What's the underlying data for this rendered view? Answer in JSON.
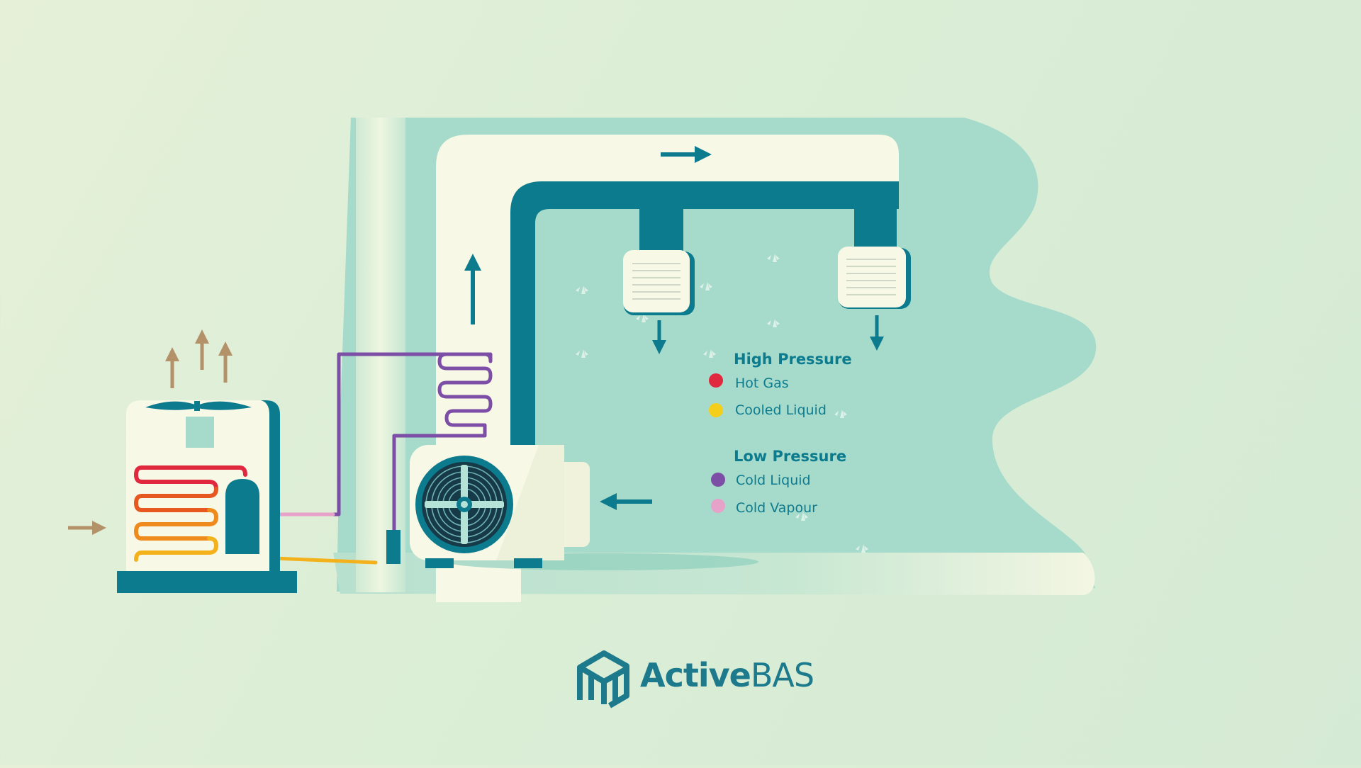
{
  "colors": {
    "background": "#dfeed8",
    "room": "#a6dbcc",
    "teal": "#0d7b8e",
    "cream": "#f8f8e6",
    "hot_gas": "#e0283e",
    "cooled_liquid": "#f3cf1c",
    "cold_liquid": "#7c4ea6",
    "cold_vapour": "#e6a2c9",
    "heat_arrow": "#b3926a"
  },
  "legend": {
    "high_pressure": {
      "heading": "High Pressure",
      "items": [
        {
          "label": "Hot Gas",
          "color": "#e0283e"
        },
        {
          "label": "Cooled Liquid",
          "color": "#f3cf1c"
        }
      ]
    },
    "low_pressure": {
      "heading": "Low Pressure",
      "items": [
        {
          "label": "Cold Liquid",
          "color": "#7c4ea6"
        },
        {
          "label": "Cold Vapour",
          "color": "#e6a2c9"
        }
      ]
    }
  },
  "brand": {
    "name_strong": "Active",
    "name_light": "BAS"
  },
  "icons": {
    "outdoor_unit": "condenser-unit-icon",
    "indoor_unit": "air-handler-icon",
    "fan": "fan-icon",
    "vent": "air-vent-icon",
    "logo": "activebas-logo-icon"
  }
}
